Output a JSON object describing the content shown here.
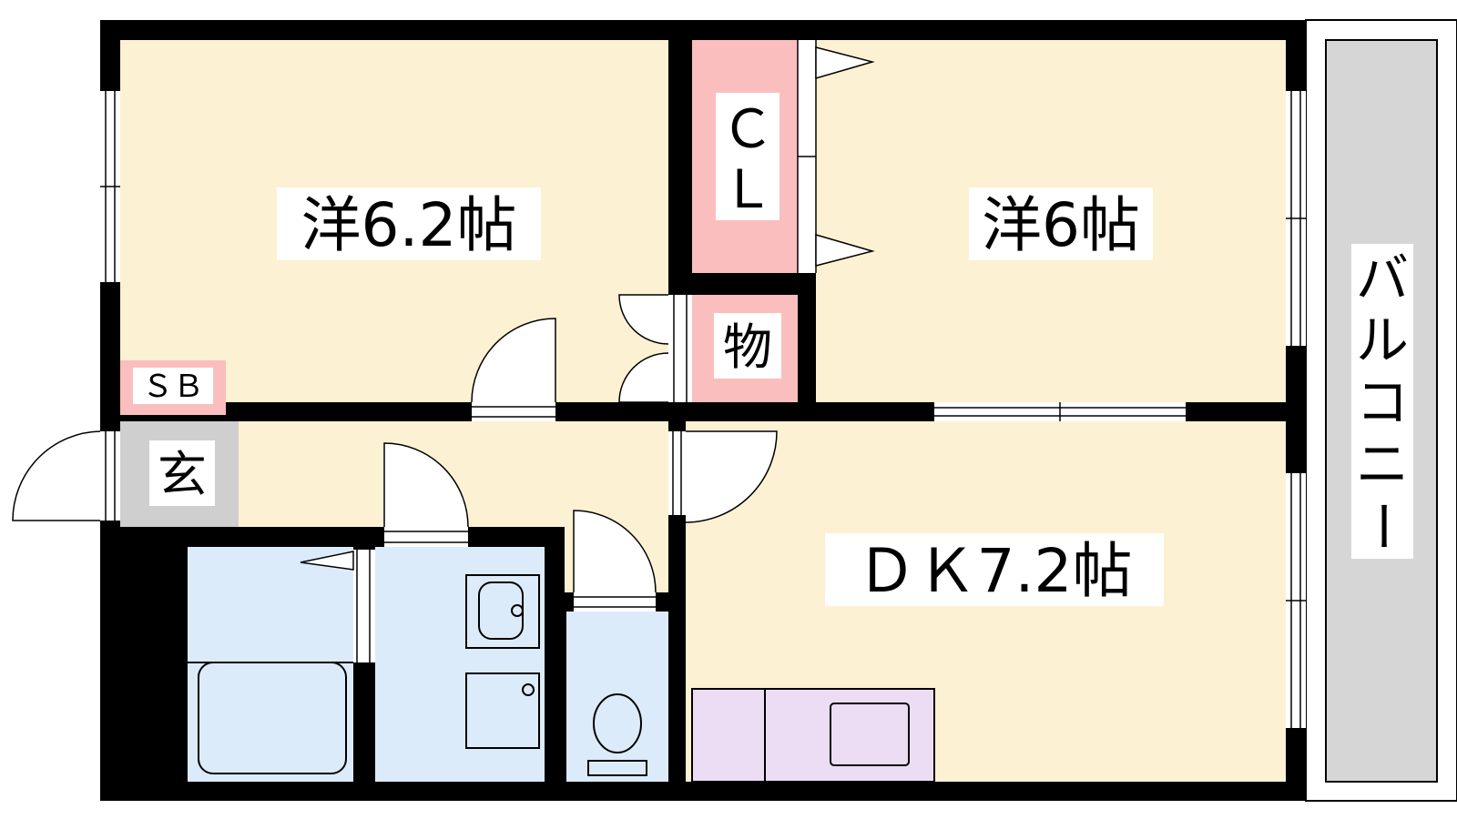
{
  "rooms": {
    "western_a": "洋6.2帖",
    "western_b": "洋6帖",
    "dk": "ＤＫ7.2帖",
    "closet_c": "Ｃ",
    "closet_l": "Ｌ",
    "storage": "物",
    "shoe_box": "ＳＢ",
    "entrance": "玄"
  },
  "balcony": {
    "chars": [
      "バ",
      "ル",
      "コ",
      "ニ",
      "ー"
    ]
  },
  "colors": {
    "room_floor": "#fdf1d3",
    "closet": "#fbbebe",
    "wet_area": "#dcebfa",
    "entrance_floor": "#cfcfcf",
    "kitchen": "#ecdcf4",
    "balcony": "#d6d6d6",
    "wall": "#000000"
  }
}
